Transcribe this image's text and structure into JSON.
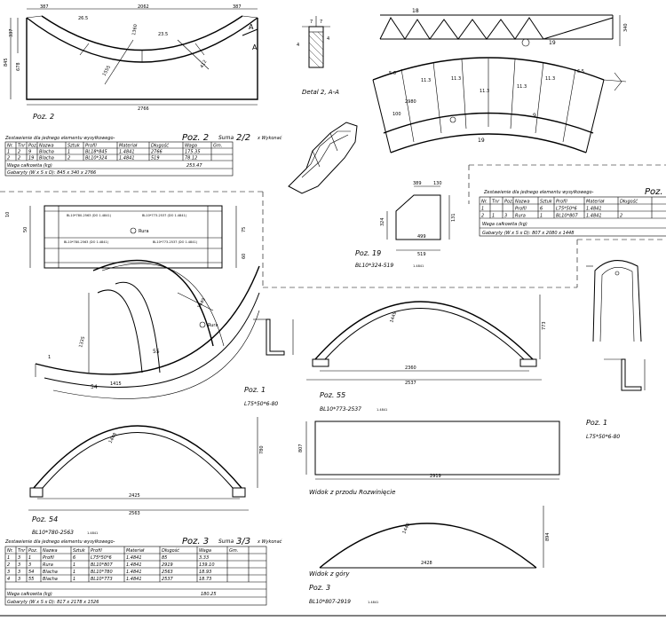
{
  "tables": {
    "poz2": {
      "heading": "Zestawienie dla jednego elementu wysyłkowego-",
      "poz_title": "Poz. 2",
      "sum_label": "Suma",
      "sum_value": "2/2",
      "sum_suffix": "x Wykonać",
      "columns": [
        "Nr.",
        "Tnr",
        "Poz.",
        "Nazwa",
        "Sztuk",
        "Profil",
        "Materiał",
        "Długość",
        "Waga",
        "Gm."
      ],
      "rows": [
        [
          "1",
          "2",
          "9",
          "Blacha",
          "1",
          "BL18*845",
          "1.4841",
          "2766",
          "175.35",
          ""
        ],
        [
          "2",
          "2",
          "19",
          "Blacha",
          "2",
          "BL10*324",
          "1.4841",
          "519",
          "78.12",
          ""
        ]
      ],
      "weight_label": "Waga całkowita (kg)",
      "weight_value": "253.47",
      "dims_label": "Gabaryty (W x S x D): 845 x 340 x 2766"
    },
    "poz1": {
      "heading": "Zestawienie dla jednego elementu wysyłkowego-",
      "poz_title": "Poz.",
      "columns": [
        "Nr.",
        "Tnr",
        "Poz.",
        "Nazwa",
        "Sztuk",
        "Profil",
        "Materiał",
        "Długość"
      ],
      "rows": [
        [
          "1",
          "",
          "",
          "Profil",
          "6",
          "L75*50*6",
          "1.4841",
          ""
        ],
        [
          "2",
          "1",
          "3",
          "Rura",
          "1",
          "BL10*807",
          "1.4841",
          "2"
        ]
      ],
      "weight_label": "Waga całkowita (kg)",
      "dims_label": "Gabaryty (W x S x D): 807 x 2080 x 1448"
    },
    "poz3": {
      "heading": "Zestawienie dla jednego elementu wysyłkowego-",
      "poz_title": "Poz. 3",
      "sum_label": "Suma",
      "sum_value": "3/3",
      "sum_suffix": "x Wykonać",
      "columns": [
        "Nr.",
        "Tnr",
        "Poz.",
        "Nazwa",
        "Sztuk",
        "Profil",
        "Materiał",
        "Długość",
        "Waga",
        "Gm."
      ],
      "rows": [
        [
          "1",
          "3",
          "1",
          "Profil",
          "6",
          "L75*50*6",
          "1.4841",
          "85",
          "3.33",
          ""
        ],
        [
          "2",
          "3",
          "3",
          "Rura",
          "1",
          "BL10*807",
          "1.4841",
          "2919",
          "139.10",
          ""
        ],
        [
          "3",
          "3",
          "54",
          "Blacha",
          "1",
          "BL10*780",
          "1.4841",
          "2563",
          "18.93",
          ""
        ],
        [
          "4",
          "3",
          "55",
          "Blacha",
          "1",
          "BL10*773",
          "1.4841",
          "2537",
          "18.73",
          ""
        ]
      ],
      "weight_label": "Waga całkowita (kg)",
      "weight_value": "180.25",
      "dims_label": "Gabaryty (W x S x D): 817 x 2178 x 1526"
    }
  },
  "labels": {
    "poz2": "Poz. 2",
    "detail": "Detal 2, A-A",
    "poz19": "Poz. 19",
    "poz19_profile": "BL10*324-519",
    "poz1_left": "Poz. 1",
    "poz1_left_profile": "L75*50*6-80",
    "poz55": "Poz. 55",
    "poz55_profile": "BL10*773-2537",
    "poz1_right": "Poz. 1",
    "poz1_right_profile": "L75*50*6-80",
    "poz54": "Poz. 54",
    "poz54_profile": "BL10*780-2563",
    "view_front": "Widok z przodu Rozwinięcie",
    "view_top": "Widok z góry",
    "poz3": "Poz. 3",
    "poz3_profile": "BL10*807-2919",
    "material": "1.4841",
    "rura": "Rura"
  },
  "dims": {
    "d387a": "387",
    "d2062": "2062",
    "d387b": "387",
    "d337": "337",
    "d845": "845",
    "d678": "678",
    "d2766": "2766",
    "d340": "340",
    "d1360": "1360",
    "d1555": "1555",
    "d2980": "2980",
    "d100": "100",
    "d389": "389",
    "d130": "130",
    "d324": "324",
    "d519": "519",
    "d499": "499",
    "d773": "773",
    "d2360": "2360",
    "d2537": "2537",
    "d780": "780",
    "d2425": "2425",
    "d2563": "2563",
    "d2919": "2919",
    "d807": "807",
    "d2428": "2428",
    "d894": "894",
    "d1449": "1449",
    "d1448": "1448",
    "d1335": "1335",
    "d1415": "1415",
    "d7a": "7",
    "d7b": "7",
    "d4a": "4",
    "d4b": "4",
    "s113a": "11.3",
    "s113b": "11.3",
    "s113c": "11.3",
    "s113d": "11.3",
    "s113e": "11.3",
    "s56": "5.6",
    "s65": "6.5",
    "s265": "26.5",
    "s235": "23.5",
    "s412": "412",
    "sA1": "A",
    "sA2": "A",
    "n19": "19",
    "n9": "9",
    "n18": "18",
    "n55": "55",
    "n54": "54",
    "n3": "3",
    "n1": "1",
    "lbl_strip1": "BL10*780-2563 (DO 1.4841)",
    "lbl_strip2": "BL10*773-2537 (DO 1.4841)",
    "lbl_rura": "Rura",
    "d10a": "10",
    "d131": "131",
    "d100b": "100",
    "d50": "50",
    "d75": "75",
    "d60": "60"
  }
}
